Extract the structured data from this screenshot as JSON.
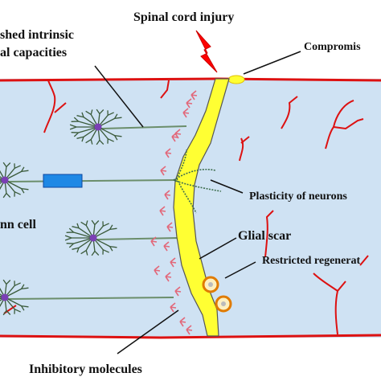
{
  "labels": {
    "injury": "Spinal cord injury",
    "intrinsic_line1": "shed intrinsic",
    "intrinsic_line2": "al capacities",
    "compromised": "Compromis",
    "plasticity": "Plasticity of neurons",
    "schwann": "nn cell",
    "glial_scar": "Glial scar",
    "restricted": "Restricted regenerat",
    "inhibitory": "Inhibitory molecules"
  },
  "colors": {
    "canal_fill": "#cfe2f3",
    "boundary": "#dd1111",
    "scar": "#ffff33",
    "scar_edge": "#555555",
    "axon": "#6b8e6b",
    "neuron_dendrite": "#3a5a3a",
    "neuron_body": "#7b3fb5",
    "schwann": "#1e88e5",
    "inhibitory": "#e2687a",
    "lightning": "#ff0000",
    "text": "#111111"
  },
  "icons": {
    "lightning": "lightning-bolt-icon",
    "neuron": "neuron-icon",
    "inhibitory": "inhibitory-molecule-icon",
    "restricted": "blocked-regeneration-icon"
  }
}
